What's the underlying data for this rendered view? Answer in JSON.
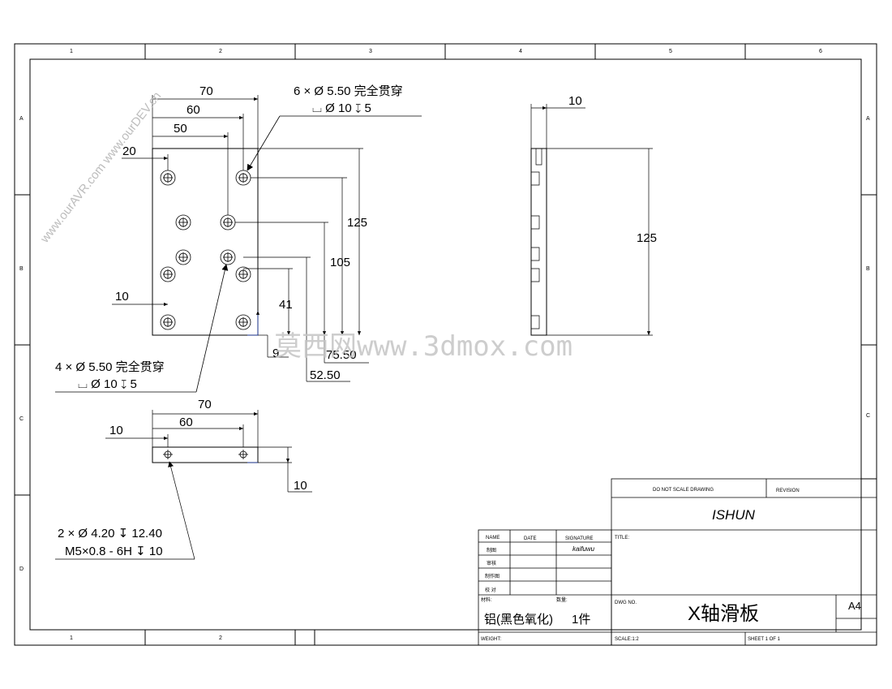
{
  "zones": {
    "cols": [
      "1",
      "2",
      "3",
      "4",
      "5",
      "6"
    ],
    "rows": [
      "A",
      "B",
      "C",
      "D"
    ]
  },
  "top_view": {
    "dims": {
      "d70": "70",
      "d60": "60",
      "d50": "50",
      "d20": "20",
      "d10": "10",
      "d125": "125",
      "d105": "105",
      "d41": "41",
      "d9": "9",
      "d75": "75.50",
      "d52": "52.50"
    },
    "hole_callout_a": {
      "line1": "6 × Ø 5.50 完全贯穿",
      "line2": "⌴ Ø 10 ↧ 5"
    },
    "hole_callout_b": {
      "line1": "4 × Ø 5.50 完全贯穿",
      "line2": "⌴ Ø 10 ↧ 5"
    }
  },
  "side_view": {
    "dims": {
      "d10": "10",
      "d125": "125"
    }
  },
  "edge_view": {
    "dims": {
      "d70": "70",
      "d60": "60",
      "d10": "10",
      "d10b": "10"
    },
    "tap_callout": {
      "line1": "2 × Ø 4.20 ↧ 12.40",
      "line2": "M5×0.8 - 6H ↧ 10"
    }
  },
  "watermarks": {
    "diagonal": "www.ourAVR.com www.ourDEV.cn",
    "center": "莫西网www.3dmox.com"
  },
  "title_block": {
    "do_not_scale": "DO NOT SCALE DRAWING",
    "revision": "REVISION",
    "company": "ISHUN",
    "title_label": "TITLE:",
    "col_name": "NAME",
    "col_date": "DATE",
    "col_signature": "SIGNATURE",
    "signature": "kaifuwu",
    "rows": [
      "制图",
      "审核",
      "制作图",
      "校 对"
    ],
    "material_label": "材料:",
    "quantity_label": "数量:",
    "material": "铝(黑色氧化)",
    "quantity": "1件",
    "dwg_no_label": "DWG NO.",
    "dwg_title": "X轴滑板",
    "size": "A4",
    "weight_label": "WEIGHT:",
    "scale_label": "SCALE:1:2",
    "sheet_label": "SHEET 1 OF 1"
  }
}
